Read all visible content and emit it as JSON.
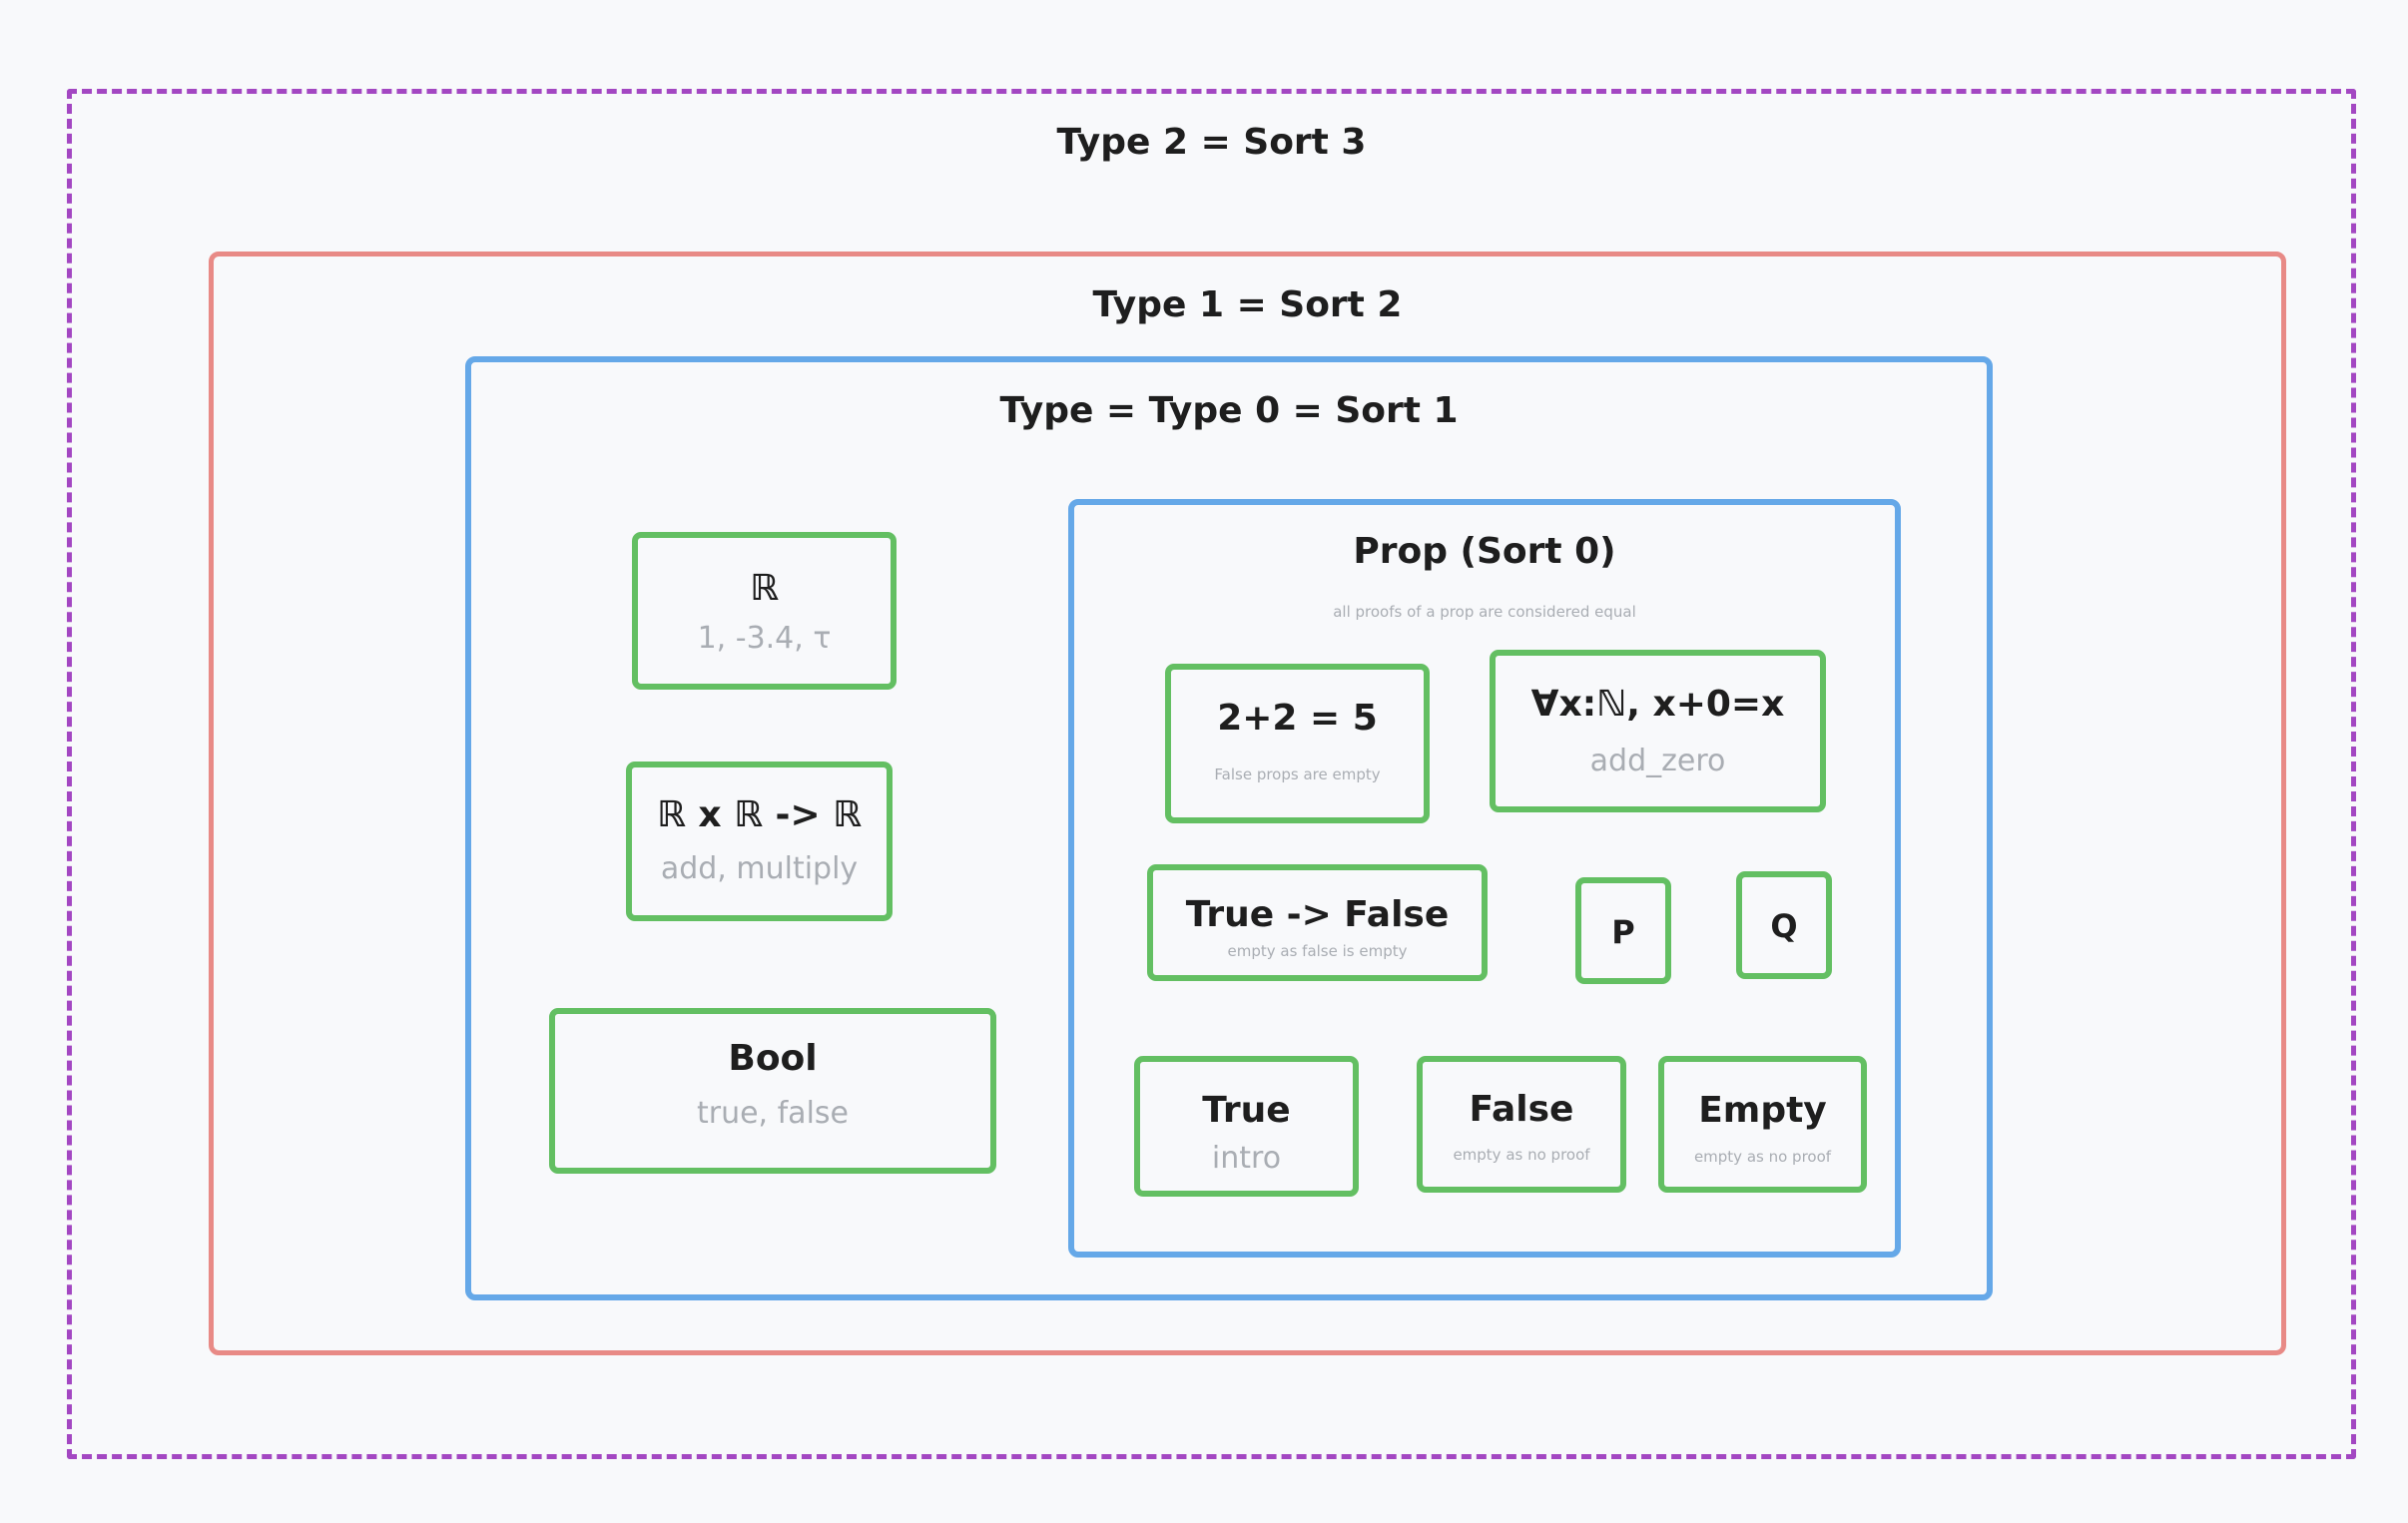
{
  "levels": {
    "type2": "Type 2 = Sort 3",
    "type1": "Type 1 = Sort 2",
    "type0": "Type = Type 0 = Sort 1",
    "prop": {
      "title": "Prop (Sort 0)",
      "note": "all proofs of a prop are considered equal"
    }
  },
  "type_items": {
    "reals": {
      "label": "ℝ",
      "examples": "1, -3.4, τ"
    },
    "func": {
      "label": "ℝ x ℝ -> ℝ",
      "examples": "add, multiply"
    },
    "bool": {
      "label": "Bool",
      "examples": "true, false"
    }
  },
  "prop_items": {
    "two_plus_two": {
      "label": "2+2 = 5",
      "note": "False props are empty"
    },
    "forall": {
      "label": "∀x:ℕ, x+0=x",
      "examples": "add_zero"
    },
    "implies": {
      "label": "True -> False",
      "note": "empty as false is empty"
    },
    "p": {
      "label": "P"
    },
    "q": {
      "label": "Q"
    },
    "true": {
      "label": "True",
      "examples": "intro"
    },
    "false": {
      "label": "False",
      "note": "empty as no proof"
    },
    "empty": {
      "label": "Empty",
      "note": "empty as no proof"
    }
  },
  "colors": {
    "type2_border": "#a347c2",
    "type1_border": "#e88a86",
    "type0_border": "#65a8e8",
    "item_border": "#63bf62"
  }
}
